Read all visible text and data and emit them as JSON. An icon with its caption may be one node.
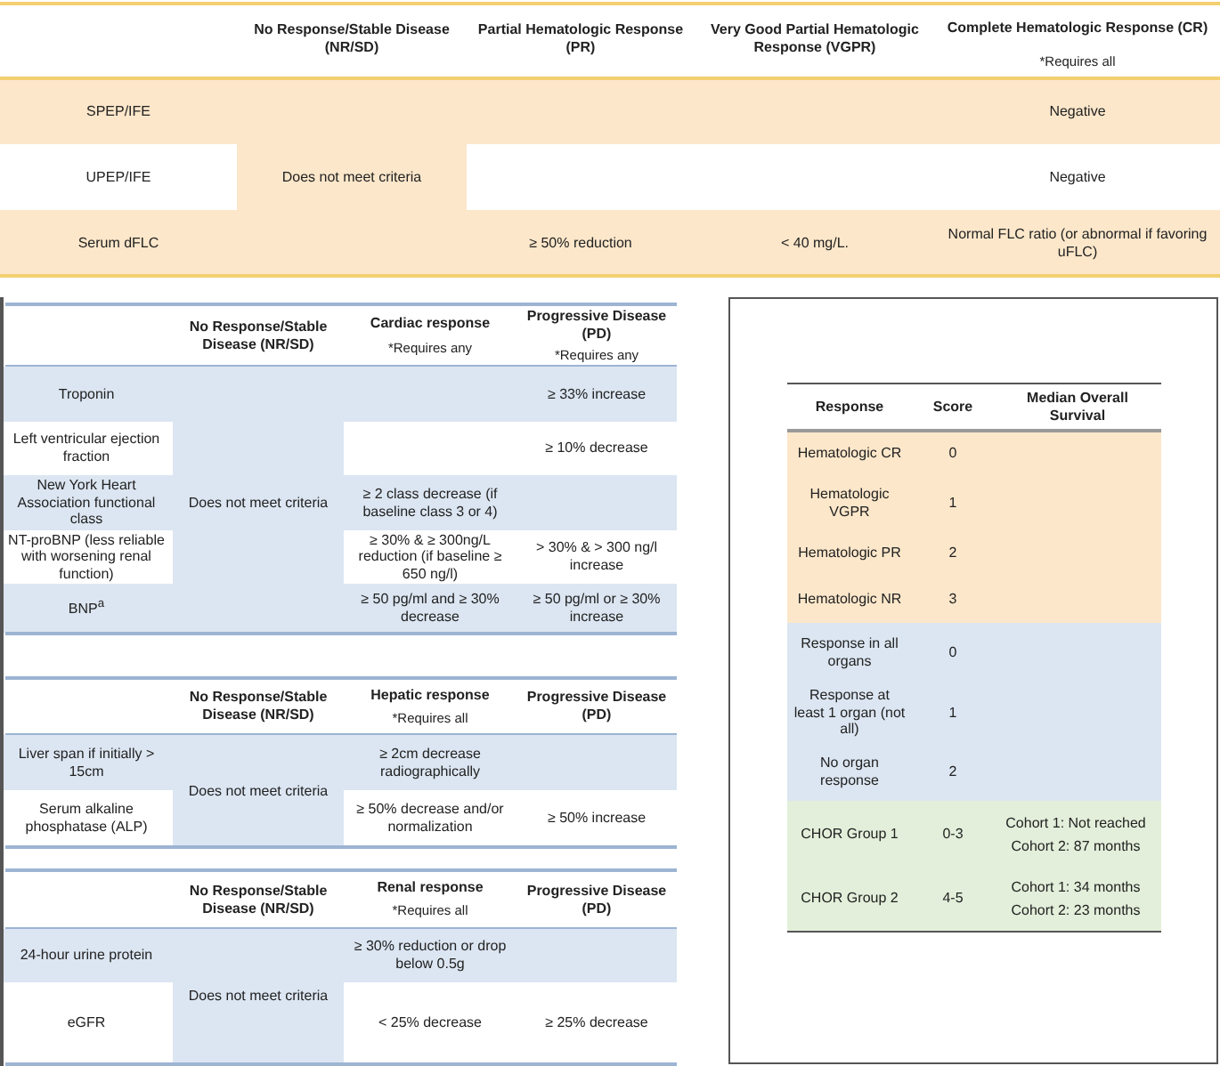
{
  "diagram": {
    "labels": [
      "No Response/Stable Disease (NR/SD)",
      "Partial Hematologic Response (PR)",
      "Very Good Partial Hematologic Response (VGPR)",
      "Complete Hematologic Response (CR)",
      "*Requires all",
      "SPEP/IFE",
      "Negative",
      "UPEP/IFE",
      "Does not meet criteria",
      "Negative",
      "Serum dFLC",
      "≥ 50% reduction",
      "< 40 mg/L.",
      "Normal FLC ratio (or abnormal if favoring uFLC)",
      "No Response/Stable Disease (NR/SD)",
      "Cardiac response",
      "*Requires any",
      "Progressive Disease (PD)",
      "*Requires any",
      "Troponin",
      "≥ 33% increase",
      "Left ventricular ejection fraction",
      "≥ 10% decrease",
      "New York Heart Association functional class",
      "Does not meet criteria",
      "≥ 2 class decrease (if baseline class 3 or 4)",
      "NT-proBNP (less reliable with worsening renal function)",
      "≥ 30% & ≥ 300ng/L reduction (if baseline ≥ 650 ng/l)",
      "> 30% & > 300 ng/l increase",
      "BNP$^{a}$",
      "≥ 50 pg/ml and ≥ 30% decrease",
      "≥ 50 pg/ml or ≥ 30% increase",
      "No Response/Stable Disease (NR/SD)",
      "Hepatic response",
      "*Requires all",
      "Progressive Disease (PD)",
      "Liver span if initially > 15cm",
      "≥ 2cm decrease radiographically",
      "Does not meet criteria",
      "Serum alkaline phosphatase (ALP)",
      "≥ 50% decrease and/or normalization",
      "≥ 50% increase",
      "No Response/Stable Disease (NR/SD)",
      "Renal response",
      "*Requires all",
      "Progressive Disease (PD)",
      "24-hour urine protein",
      "≥ 30% reduction or drop below 0.5g",
      "Does not meet criteria",
      "eGFR",
      "< 25% decrease",
      "≥ 25% decrease",
      "Response",
      "Score",
      "Median Overall Survival",
      "Hematologic CR",
      "0",
      "Hematologic VGPR",
      "1",
      "Hematologic PR",
      "2",
      "Hematologic NR",
      "3",
      "Response in all organs",
      "0",
      "Response at least 1 organ (not all)",
      "1",
      "No organ response",
      "2",
      "CHOR Group 1",
      "0-3",
      "Cohort 1: Not reached",
      "Cohort 2: 87 months",
      "CHOR Group 2",
      "4-5",
      "Cohort 1: 34 months",
      "Cohort 2: 23 months"
    ]
  }
}
